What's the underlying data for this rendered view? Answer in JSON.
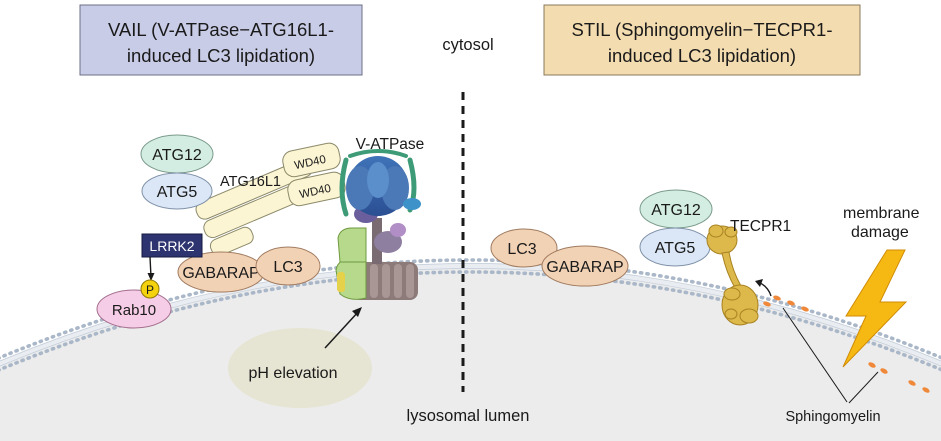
{
  "vail": {
    "title_line1": "VAIL (V-ATPase−ATG16L1-",
    "title_line2": "induced LC3 lipidation)",
    "atg12": "ATG12",
    "atg5": "ATG5",
    "atg16l1": "ATG16L1",
    "wd40_top": "WD40",
    "wd40_bottom": "WD40",
    "v_atpase": "V-ATPase",
    "lrrk2": "LRRK2",
    "phospho": "P",
    "rab10": "Rab10",
    "gabarap": "GABARAP",
    "lc3": "LC3",
    "ph_elevation": "pH elevation"
  },
  "stil": {
    "title_line1": "STIL (Sphingomyelin−TECPR1-",
    "title_line2": "induced LC3 lipidation)",
    "lc3": "LC3",
    "gabarap": "GABARAP",
    "atg12": "ATG12",
    "atg5": "ATG5",
    "tecpr1": "TECPR1",
    "membrane_damage_line1": "membrane",
    "membrane_damage_line2": "damage",
    "sphingomyelin": "Sphingomyelin"
  },
  "regions": {
    "cytosol": "cytosol",
    "lumen": "lysosomal lumen"
  },
  "colors": {
    "vail_box": "#c9cce6",
    "stil_box": "#f3dcb0",
    "atg12_fill": "#d3ede2",
    "atg5_fill": "#dbe7f6",
    "lc3_fill": "#f2d2b5",
    "rab10_fill": "#f6cde6",
    "lrrk2_fill": "#2d3470",
    "phospho_fill": "#f4d20e",
    "lumen_fill": "#ececec",
    "lightning": "#f6b914",
    "sphingomyelin_head": "#f0883a"
  }
}
